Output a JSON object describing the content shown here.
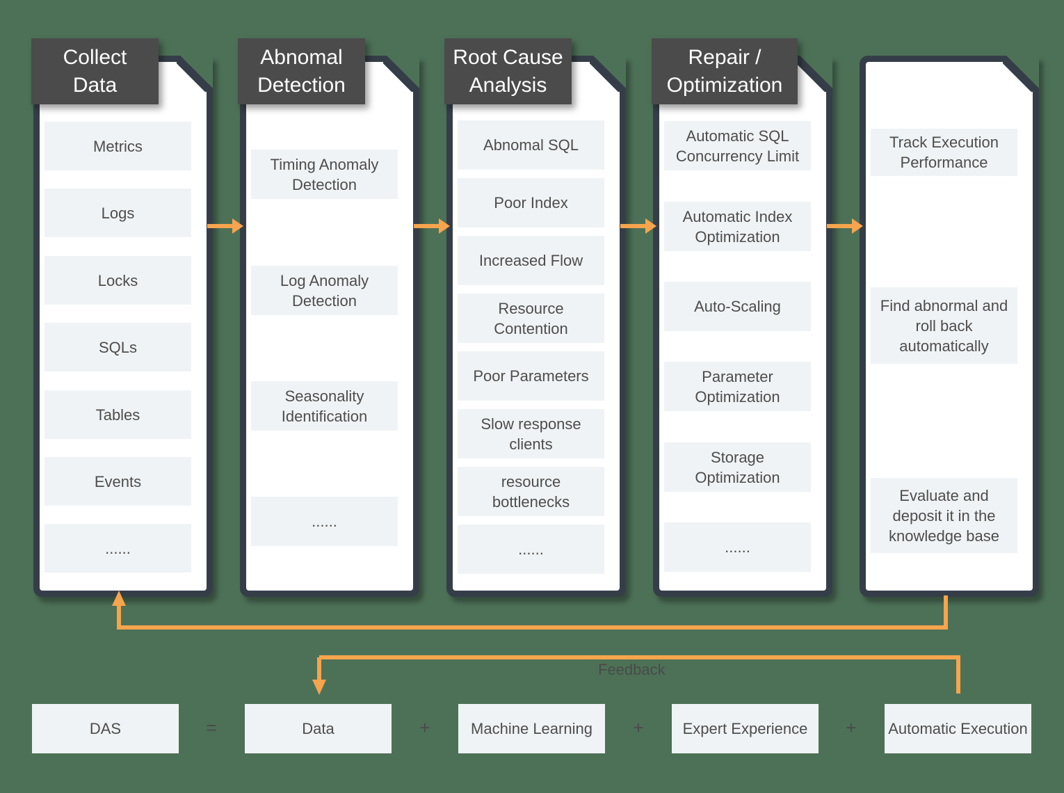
{
  "colors": {
    "background": "#4d7157",
    "card_border": "#353e48",
    "header_bg": "#4b4b4b",
    "header_text": "#ffffff",
    "item_bg": "#f0f3f5",
    "item_text": "#4d4d4d",
    "accent_orange": "#f6a44d"
  },
  "columns": [
    {
      "title": "Collect Data",
      "items": [
        "Metrics",
        "Logs",
        "Locks",
        "SQLs",
        "Tables",
        "Events",
        "......"
      ]
    },
    {
      "title": "Abnomal Detection",
      "items": [
        "Timing Anomaly Detection",
        "Log Anomaly Detection",
        "Seasonality Identification",
        "......"
      ]
    },
    {
      "title": "Root Cause Analysis",
      "items": [
        "Abnomal SQL",
        "Poor Index",
        "Increased Flow",
        "Resource Contention",
        "Poor Parameters",
        "Slow response clients",
        "resource bottlenecks",
        "......"
      ]
    },
    {
      "title": "Repair / Optimization",
      "items": [
        "Automatic SQL Concurrency Limit",
        "Automatic Index Optimization",
        "Auto-Scaling",
        "Parameter Optimization",
        "Storage Optimization",
        "......"
      ]
    },
    {
      "title": "",
      "items": [
        "Track Execution Performance",
        "Find abnormal and roll back automatically",
        "Evaluate and deposit it in the knowledge base"
      ]
    }
  ],
  "feedback_label": "Feedback",
  "equation": {
    "result": "DAS",
    "equals": "=",
    "plus": "+",
    "terms": [
      "Data",
      "Machine Learning",
      "Expert Experience",
      "Automatic Execution"
    ]
  }
}
